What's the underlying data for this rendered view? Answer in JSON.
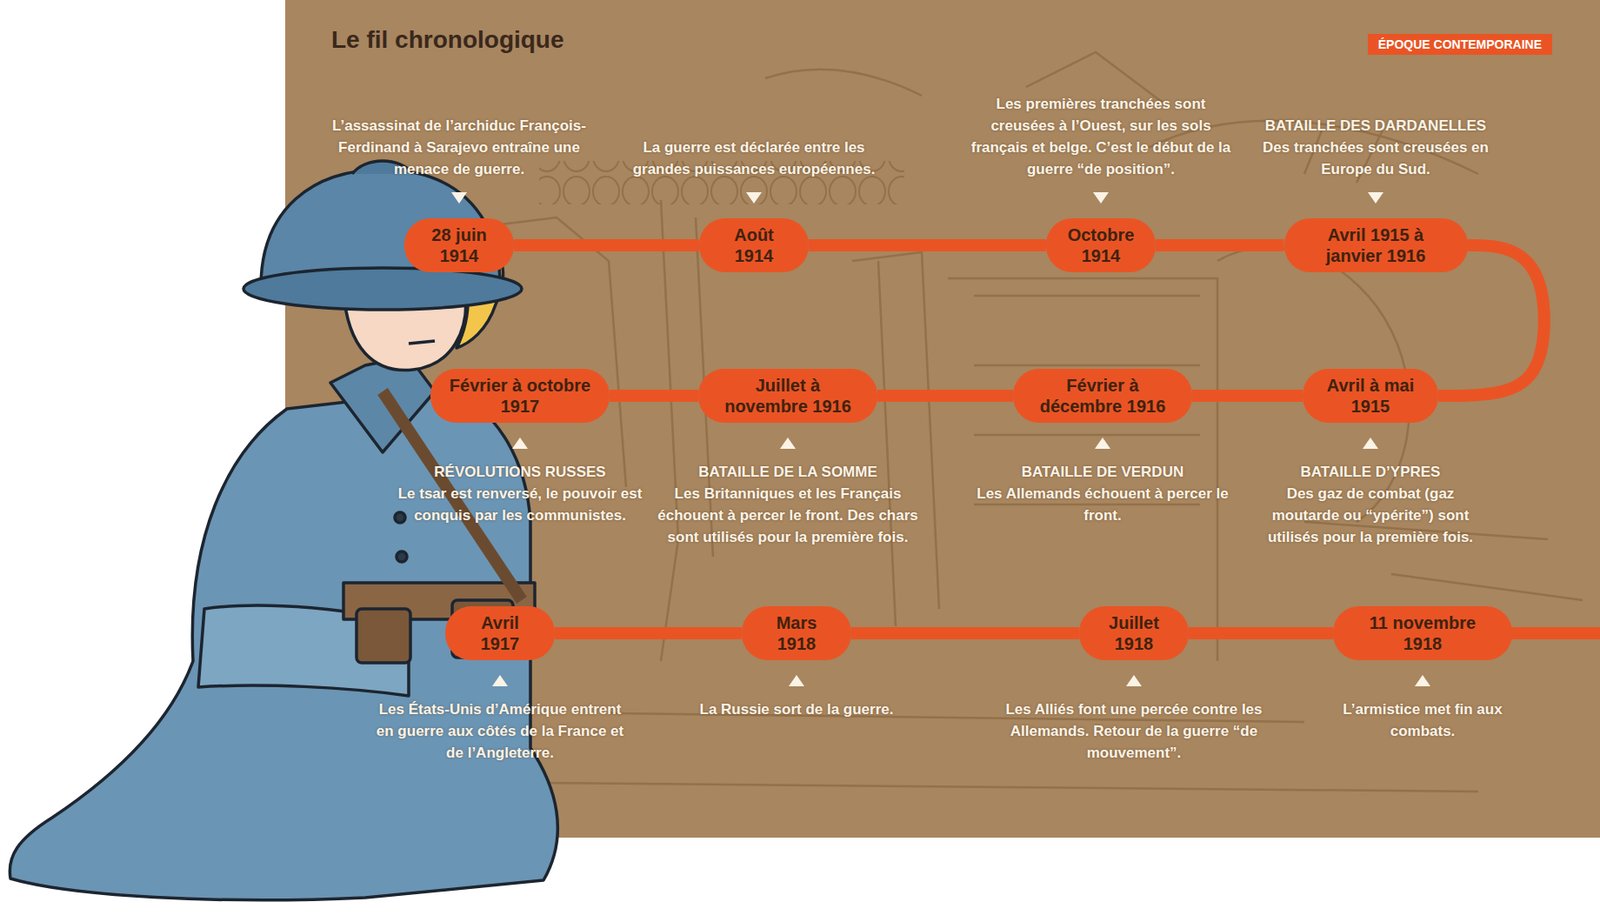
{
  "diagram": {
    "title": "Le fil chronologique",
    "nodes": [
      {
        "text": [
          "28 juin 1914",
          "L’assassinat de l’archiduc François-Ferdinand à Sarajevo entraîne une menace de guerre."
        ]
      },
      {
        "text": [
          "Août 1914",
          "La guerre est déclarée entre les grandes puissances européennes."
        ]
      },
      {
        "text": [
          "Octobre 1914",
          "Les premières tranchées sont creusées à l’Ouest, sur les sols français et belge. C’est le début de la guerre “de position”."
        ]
      },
      {
        "text": [
          "Avril 1915 à janvier 1916",
          "BATAILLE DES DARDANELLES",
          "Des tranchées sont creusées en Europe du Sud."
        ]
      },
      {
        "text": [
          "Avril à mai 1915",
          "BATAILLE D’YPRES",
          "Des gaz de combat (gaz moutarde ou “ypérite”) sont utilisés pour la première fois."
        ]
      },
      {
        "text": [
          "Février à décembre 1916",
          "BATAILLE DE VERDUN",
          "Les Allemands échouent à percer le front."
        ]
      },
      {
        "text": [
          "Juillet à novembre 1916",
          "BATAILLE DE LA SOMME",
          "Les Britanniques et les Français échouent à percer le front. Des chars sont utilisés pour la première fois."
        ]
      },
      {
        "text": [
          "Février à octobre 1917",
          "RÉVOLUTIONS RUSSES",
          "Le tsar est renversé, le pouvoir est conquis par les communistes."
        ]
      },
      {
        "text": [
          "Avril 1917",
          "Les États-Unis d’Amérique entrent en guerre aux côtés de la France et de l’Angleterre."
        ]
      },
      {
        "text": [
          "Mars 1918",
          "La Russie sort de la guerre."
        ]
      },
      {
        "text": [
          "Juillet 1918",
          "Les Alliés font une percée contre les Allemands. Retour de la guerre “de mouvement”."
        ]
      },
      {
        "text": [
          "11 novembre 1918",
          "L’armistice met fin aux combats."
        ]
      }
    ],
    "edges": [
      {
        "from": 0,
        "to": 1,
        "arrow": "none"
      },
      {
        "from": 1,
        "to": 2,
        "arrow": "none"
      },
      {
        "from": 2,
        "to": 3,
        "arrow": "none"
      },
      {
        "from": 3,
        "to": 4,
        "arrow": "none"
      },
      {
        "from": 4,
        "to": 5,
        "arrow": "none"
      },
      {
        "from": 5,
        "to": 6,
        "arrow": "none"
      },
      {
        "from": 6,
        "to": 7,
        "arrow": "none"
      },
      {
        "from": 7,
        "to": 8,
        "arrow": "none"
      },
      {
        "from": 8,
        "to": 9,
        "arrow": "none"
      },
      {
        "from": 9,
        "to": 10,
        "arrow": "none"
      },
      {
        "from": 10,
        "to": 11,
        "arrow": "none"
      }
    ],
    "labels": [
      "ÉPOQUE CONTEMPORAINE"
    ]
  }
}
